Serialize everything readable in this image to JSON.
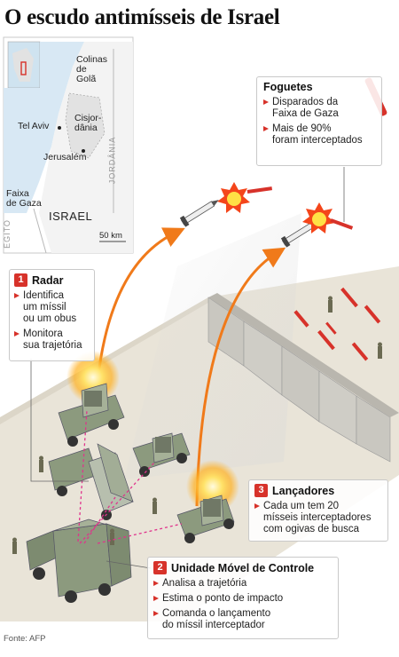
{
  "title": "O escudo antimísseis de Israel",
  "map": {
    "labels": {
      "golan": "Colinas\nde\nGolã",
      "tel_aviv": "Tel Aviv",
      "westbank": "Cisjor-\ndânia",
      "jerusalem": "Jerusalém",
      "gaza": "Faixa\nde Gaza",
      "israel": "ISRAEL",
      "egypt": "EGITO",
      "jordan": "JORDÂNIA",
      "scale": "50 km"
    }
  },
  "rockets_box": {
    "title": "Foguetes",
    "items": [
      "Disparados da\nFaixa de Gaza",
      "Mais de 90%\nforam interceptados"
    ]
  },
  "radar_box": {
    "number": "1",
    "title": "Radar",
    "items": [
      "Identifica\num míssil\nou um obus",
      "Monitora\nsua trajetória"
    ]
  },
  "launchers_box": {
    "number": "3",
    "title": "Lançadores",
    "items": [
      "Cada um tem 20\nmísseis interceptadores\ncom ogivas de busca"
    ]
  },
  "control_box": {
    "number": "2",
    "title": "Unidade Móvel de Controle",
    "items": [
      "Analisa a trajetória",
      "Estima o ponto de impacto",
      "Comanda o lançamento\ndo míssil interceptador"
    ]
  },
  "source": "Fonte: AFP",
  "colors": {
    "accent_red": "#d7322a",
    "trajectory_orange": "#f07a1a",
    "vehicle_green": "#8c9a7e",
    "ground": "#e8e3d8",
    "wall": "#cfcdc7"
  }
}
